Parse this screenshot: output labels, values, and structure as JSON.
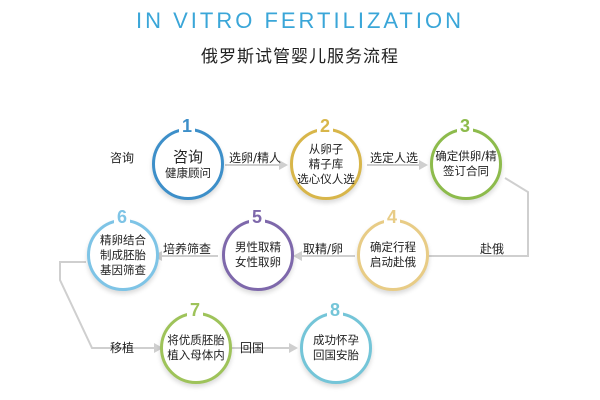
{
  "header": {
    "title_en": "IN VITRO FERTILIZATION",
    "title_cn": "俄罗斯试管婴儿服务流程"
  },
  "colors": {
    "step1": "#3d8fc9",
    "step2": "#d8b64a",
    "step3": "#8dbb4c",
    "step4": "#e8cc86",
    "step5": "#7e68ab",
    "step6": "#7ec4e6",
    "step7": "#9ec35a",
    "step8": "#74c5d8",
    "title_accent": "#3aa6d8",
    "connector": "#cfcfcf"
  },
  "steps": [
    {
      "num": "1",
      "line1": "咨询",
      "line2": "健康顾问"
    },
    {
      "num": "2",
      "line1": "从卵子",
      "line2": "精子库",
      "line3": "选心仪人选"
    },
    {
      "num": "3",
      "line1": "确定供卵/精",
      "line2": "签订合同"
    },
    {
      "num": "4",
      "line1": "确定行程",
      "line2": "启动赴俄"
    },
    {
      "num": "5",
      "line1": "男性取精",
      "line2": "女性取卵"
    },
    {
      "num": "6",
      "line1": "精卵结合",
      "line2": "制成胚胎",
      "line3": "基因筛查"
    },
    {
      "num": "7",
      "line1": "将优质胚胎",
      "line2": "植入母体内"
    },
    {
      "num": "8",
      "line1": "成功怀孕",
      "line2": "回国安胎"
    }
  ],
  "labels": {
    "consult": "咨询",
    "select_egg_sperm": "选卵/精人",
    "select_donor": "选定人选",
    "go_russia": "赴俄",
    "retrieve": "取精/卵",
    "culture_screen": "培养筛查",
    "transplant": "移植",
    "return_home": "回国"
  }
}
